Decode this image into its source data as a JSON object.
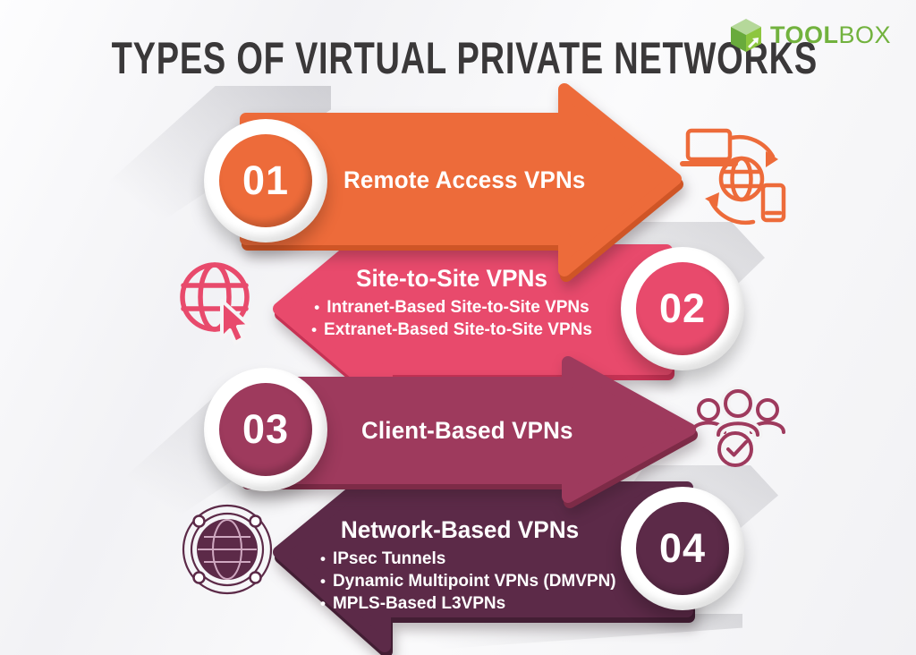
{
  "title": "TYPES OF VIRTUAL PRIVATE NETWORKS",
  "logo": {
    "tool": "TOOL",
    "box": "BOX"
  },
  "bullet_glyph": "•",
  "colors": {
    "orange": "#ed6b3a",
    "orange_dark": "#cf5526",
    "pink": "#e84a6c",
    "pink_dark": "#c63254",
    "maroon": "#9e3a5d",
    "maroon_dark": "#7d2b47",
    "plum": "#5c2a48",
    "plum_dark": "#431e34",
    "title_text": "#3a3839",
    "logo_green": "#72b23e",
    "logo_cube_top": "#b5d89a",
    "logo_cube_left": "#69aa3c",
    "logo_cube_right": "#8dc63f",
    "icon_grid": "#cfa8c0"
  },
  "items": [
    {
      "number": "01",
      "title": "Remote Access VPNs",
      "icon": "devices-sync-icon",
      "bullets": []
    },
    {
      "number": "02",
      "title": "Site-to-Site VPNs",
      "icon": "globe-cursor-icon",
      "bullets": [
        "Intranet-Based Site-to-Site VPNs",
        "Extranet-Based Site-to-Site VPNs"
      ]
    },
    {
      "number": "03",
      "title": "Client-Based VPNs",
      "icon": "users-check-icon",
      "bullets": []
    },
    {
      "number": "04",
      "title": "Network-Based VPNs",
      "icon": "network-sphere-icon",
      "bullets": [
        "IPsec Tunnels",
        "Dynamic Multipoint VPNs (DMVPN)",
        "MPLS-Based L3VPNs"
      ]
    }
  ]
}
